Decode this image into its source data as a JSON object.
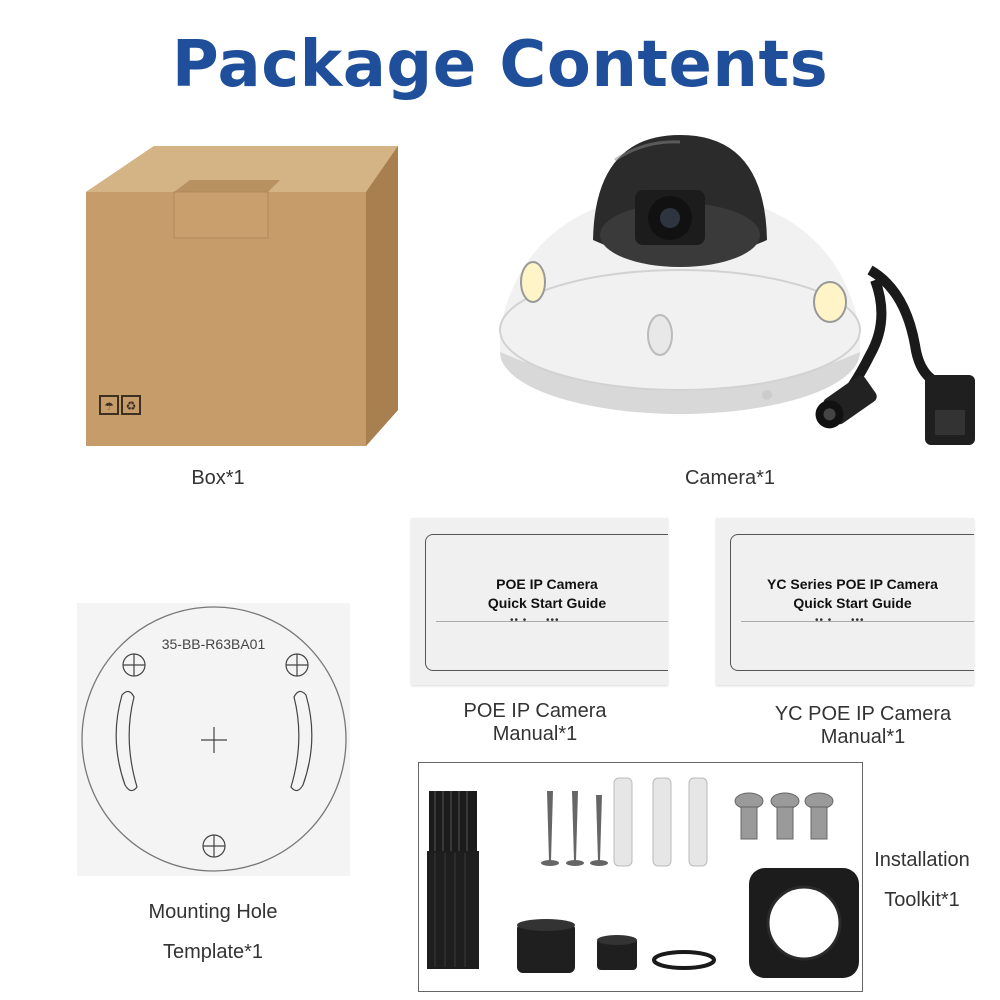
{
  "title": "Package Contents",
  "items": {
    "box": {
      "caption": "Box*1"
    },
    "camera": {
      "caption": "Camera*1"
    },
    "poe_manual": {
      "cover_line1": "POE IP Camera",
      "cover_line2": "Quick Start Guide",
      "caption_line1": "POE IP Camera",
      "caption_line2": "Manual*1"
    },
    "yc_manual": {
      "cover_line1": "YC Series POE IP Camera",
      "cover_line2": "Quick Start Guide",
      "caption_line1": "YC POE IP Camera",
      "caption_line2": "Manual*1"
    },
    "template": {
      "model": "35-BB-R63BA01",
      "caption_line1": "Mounting Hole",
      "caption_line2": "Template*1"
    },
    "toolkit": {
      "caption_line1": "Installation",
      "caption_line2": "Toolkit*1"
    }
  },
  "colors": {
    "title": "#1f4e9a",
    "cardboard": "#c39a68",
    "camera_body": "#eeeeee"
  }
}
